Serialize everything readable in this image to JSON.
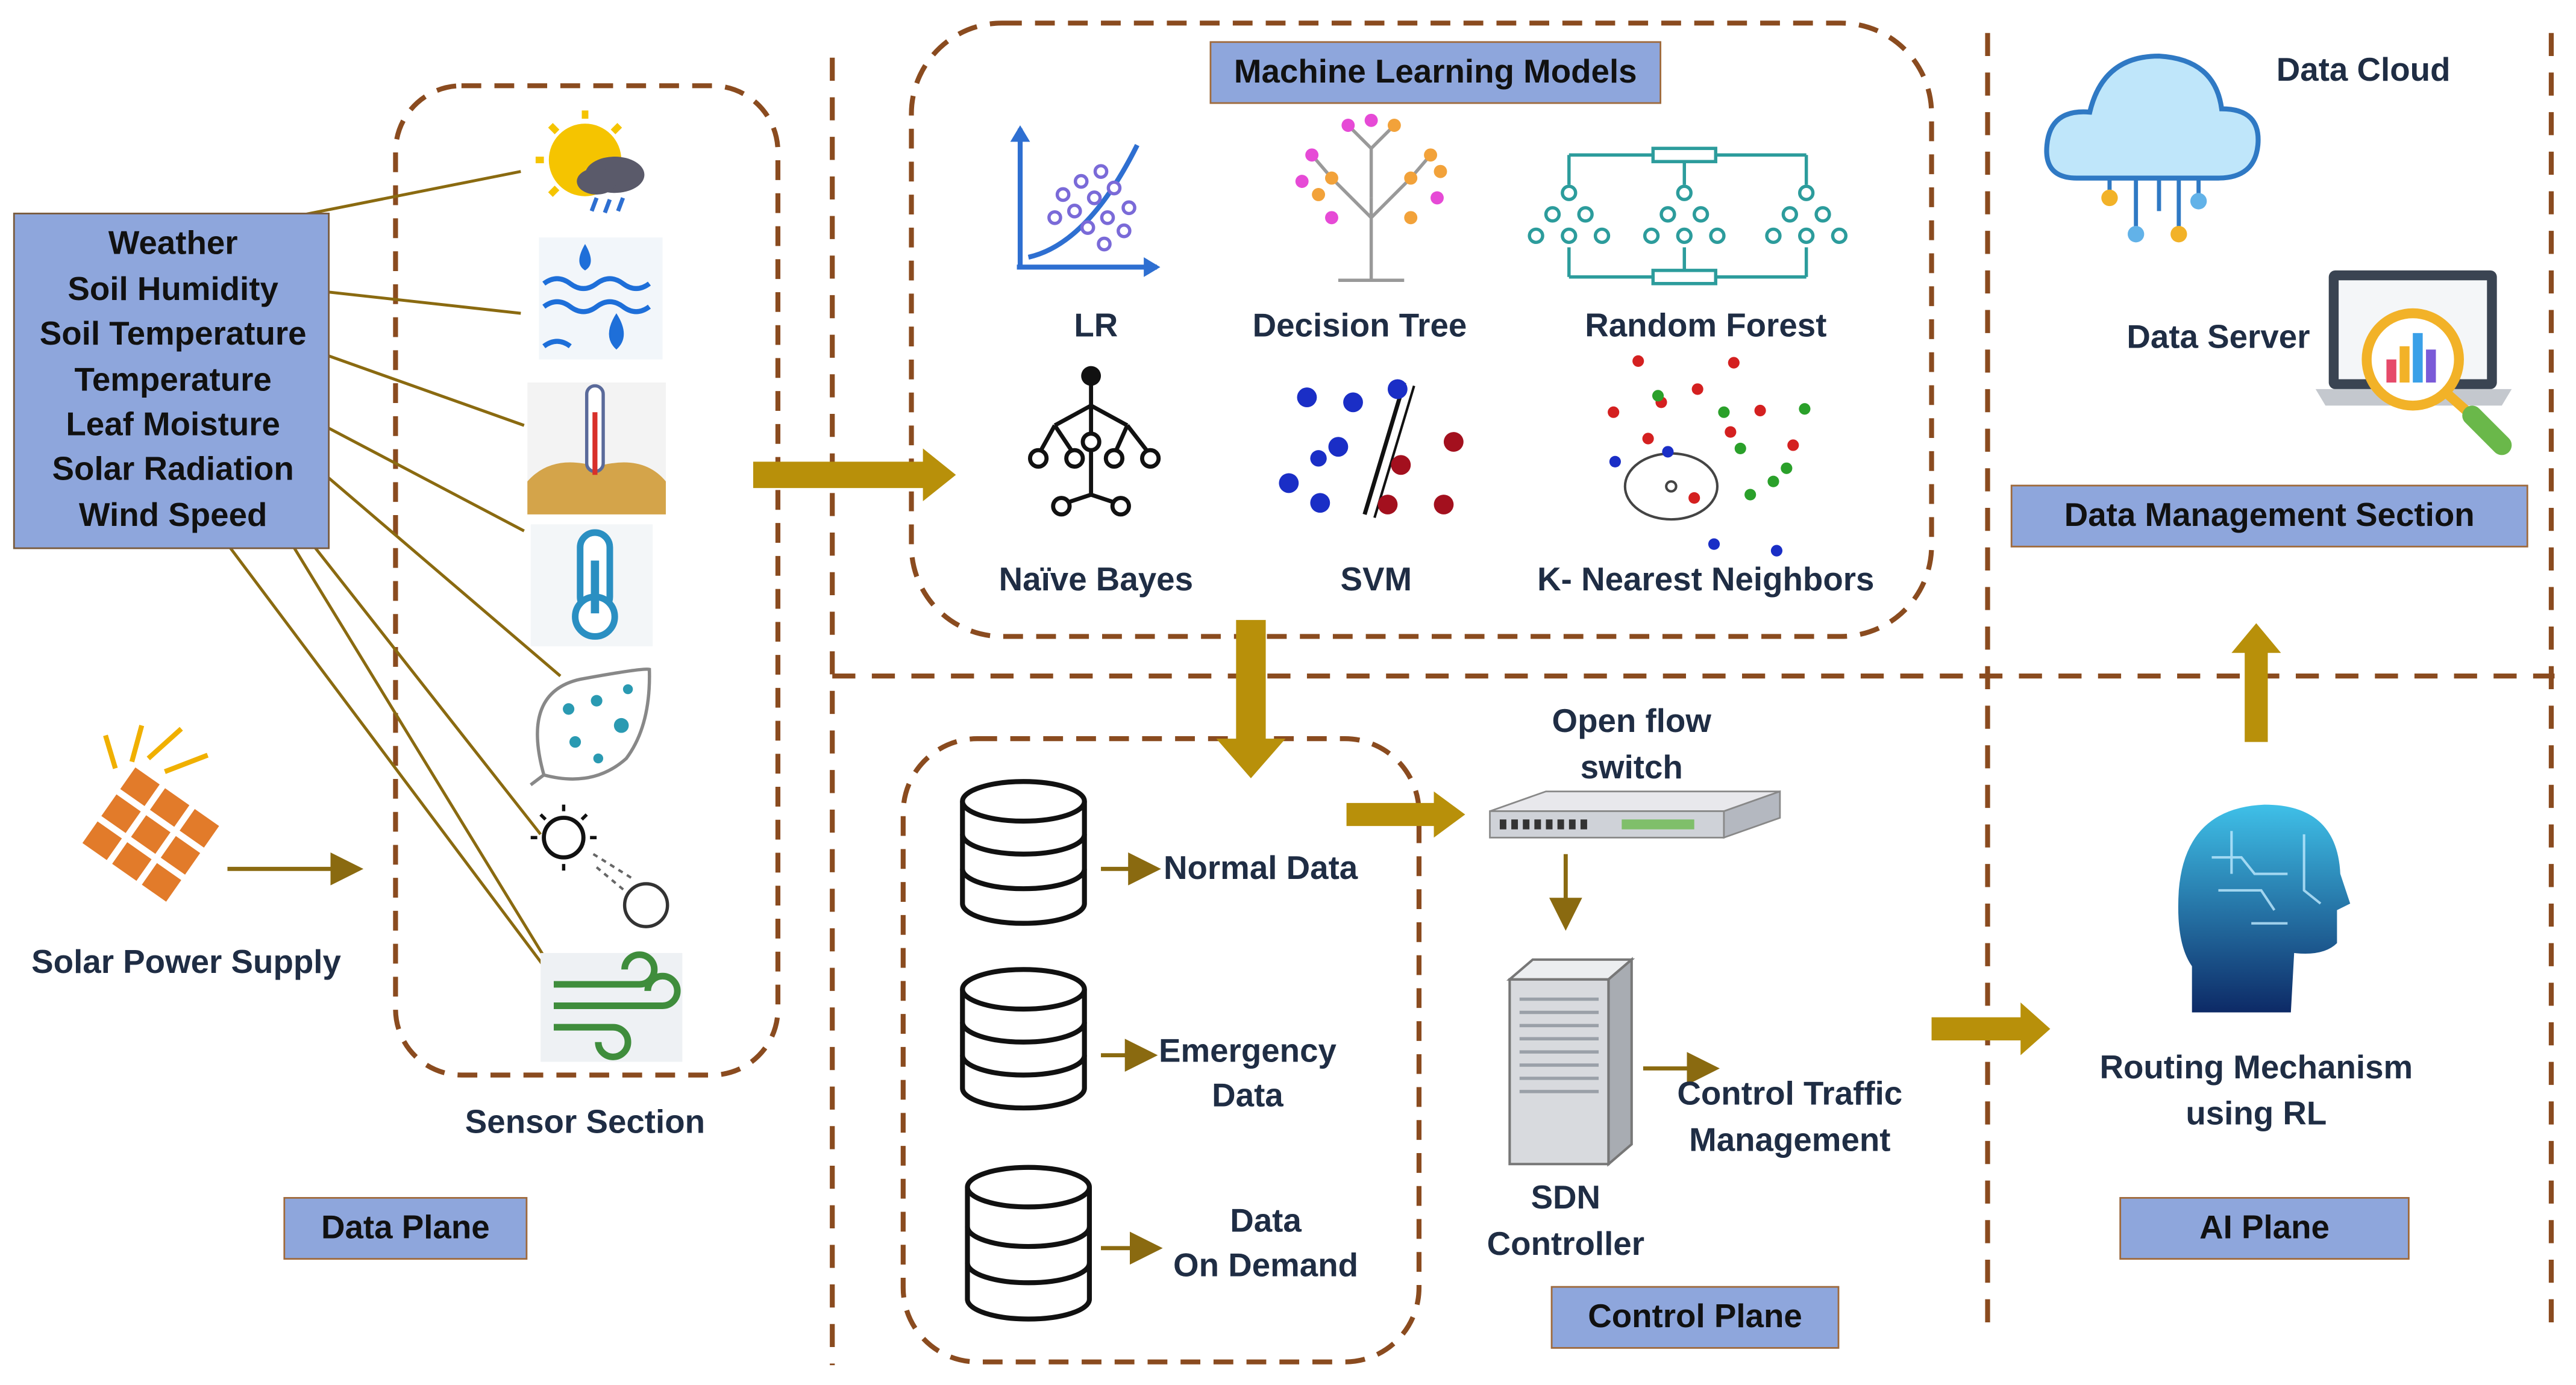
{
  "sensors": {
    "labels": [
      "Weather",
      "Soil Humidity",
      "Soil Temperature",
      "Temperature",
      "Leaf Moisture",
      "Solar Radiation",
      "Wind Speed"
    ]
  },
  "solar": {
    "label": "Solar Power Supply"
  },
  "sensor_section": {
    "label": "Sensor Section"
  },
  "data_plane": {
    "label": "Data Plane"
  },
  "ml": {
    "title": "Machine Learning Models",
    "models": [
      "LR",
      "Decision Tree",
      "Random Forest",
      "Naïve Bayes",
      "SVM",
      "K- Nearest Neighbors"
    ]
  },
  "data_types": {
    "normal": "Normal Data",
    "emergency": [
      "Emergency",
      "Data"
    ],
    "on_demand": [
      "Data",
      "On Demand"
    ]
  },
  "openflow": {
    "label": [
      "Open flow",
      "switch"
    ]
  },
  "sdn": {
    "label": [
      "SDN",
      "Controller"
    ]
  },
  "traffic": {
    "label": [
      "Control Traffic",
      "Management"
    ]
  },
  "control_plane": {
    "label": "Control Plane"
  },
  "cloud": {
    "label": "Data Cloud"
  },
  "server": {
    "label": "Data Server"
  },
  "data_mgmt": {
    "label": "Data Management Section"
  },
  "routing": {
    "label": [
      "Routing Mechanism",
      "using RL"
    ]
  },
  "ai_plane": {
    "label": "AI Plane"
  },
  "colors": {
    "box_fill": "#8ea6dc",
    "dash": "#8a4b1f",
    "arrow": "#b8900a",
    "wire": "#8a6a10"
  }
}
